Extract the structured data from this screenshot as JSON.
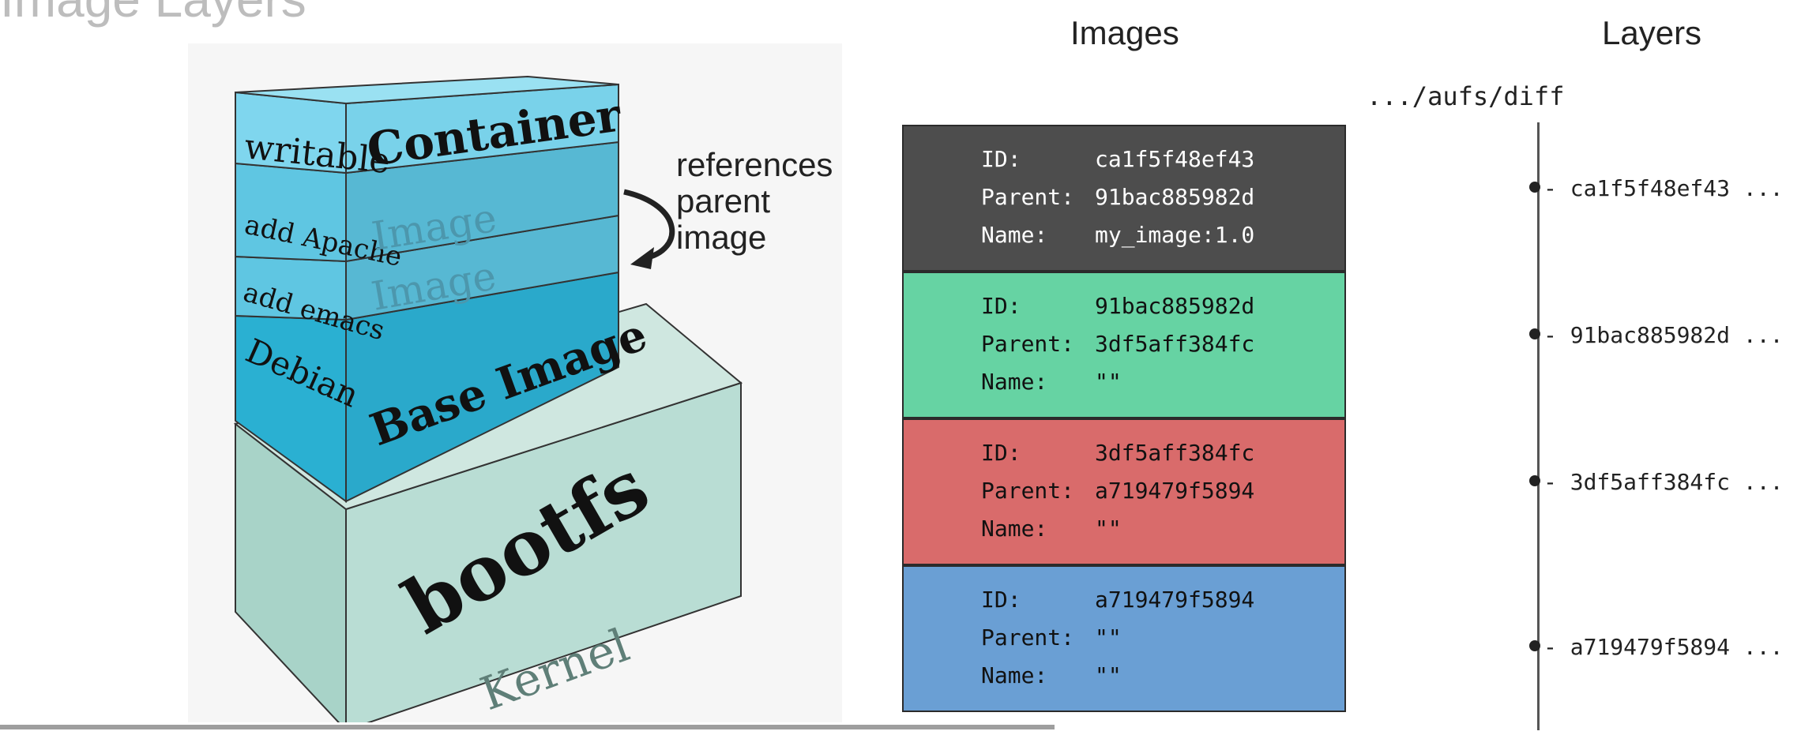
{
  "slide": {
    "title": "Image Layers"
  },
  "stack_diagram": {
    "labels": {
      "writable": "writable",
      "container": "Container",
      "add_apache": "add Apache",
      "image_upper": "Image",
      "add_emacs": "add emacs",
      "image_lower": "Image",
      "debian": "Debian",
      "base_image": "Base Image",
      "bootfs": "bootfs",
      "kernel": "Kernel"
    },
    "references": [
      "references",
      "parent",
      "image"
    ]
  },
  "images_column": {
    "title": "Images",
    "keys": {
      "id": "ID:",
      "parent": "Parent:",
      "name": "Name:"
    },
    "boxes": [
      {
        "id": "ca1f5f48ef43",
        "parent": "91bac885982d",
        "name": "my_image:1.0",
        "color": "#4d4d4d",
        "text_color": "#ffffff"
      },
      {
        "id": "91bac885982d",
        "parent": "3df5aff384fc",
        "name": "\"\"",
        "color": "#66d3a3",
        "text_color": "#111111"
      },
      {
        "id": "3df5aff384fc",
        "parent": "a719479f5894",
        "name": "\"\"",
        "color": "#d96b6b",
        "text_color": "#111111"
      },
      {
        "id": "a719479f5894",
        "parent": "\"\"",
        "name": "\"\"",
        "color": "#6a9fd4",
        "text_color": "#111111"
      }
    ]
  },
  "layers_column": {
    "title": "Layers",
    "path": ".../aufs/diff",
    "items": [
      "ca1f5f48ef43 ...",
      "91bac885982d ...",
      "3df5aff384fc ...",
      "a719479f5894 ..."
    ]
  }
}
